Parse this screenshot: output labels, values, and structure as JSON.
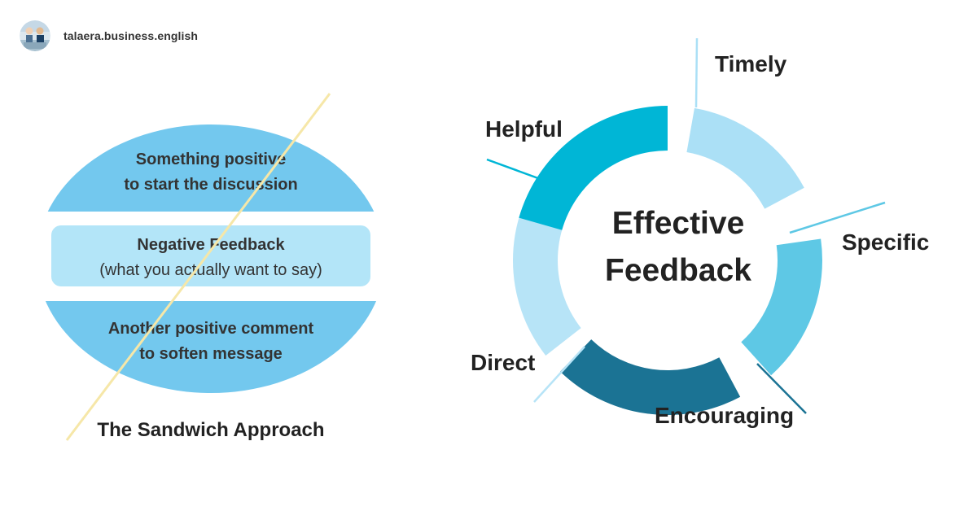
{
  "brand": {
    "handle": "talaera.business.english"
  },
  "sandwich": {
    "top_line1": "Something positive",
    "top_line2": "to start the discussion",
    "middle_line1": "Negative Feedback",
    "middle_line2": "(what you actually want to say)",
    "bottom_line1": "Another positive comment",
    "bottom_line2": "to soften message",
    "caption": "The Sandwich Approach"
  },
  "effective": {
    "title_line1": "Effective",
    "title_line2": "Feedback",
    "labels": {
      "timely": "Timely",
      "specific": "Specific",
      "encouraging": "Encouraging",
      "direct": "Direct",
      "helpful": "Helpful"
    }
  },
  "colors": {
    "sandwich_outer": "#73c8ee",
    "sandwich_middle": "#b3e5f8",
    "strike_line": "#f6e7a8",
    "timely": "#abe0f6",
    "specific": "#5ec8e5",
    "encouraging": "#1b7394",
    "direct": "#b7e4f7",
    "helpful": "#00b6d6"
  }
}
